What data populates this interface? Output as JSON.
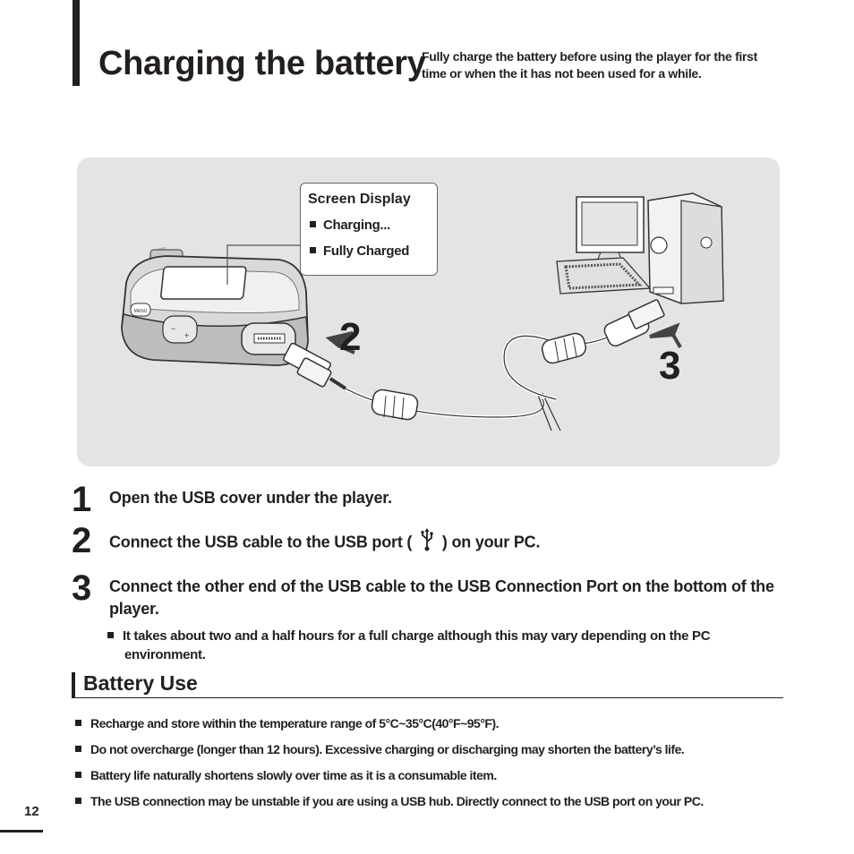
{
  "header": {
    "title": "Charging the battery",
    "intro": "Fully charge the battery before using the player for the first time or when the it has not been used for a while."
  },
  "illustration": {
    "screen_display": {
      "title": "Screen Display",
      "items": [
        "Charging...",
        "Fully Charged"
      ]
    },
    "callouts": [
      "2",
      "3"
    ],
    "device_labels": {
      "menu_button": "MENU",
      "minus": "−",
      "plus": "+"
    }
  },
  "steps": [
    {
      "number": "1",
      "text": "Open the USB cover under the player."
    },
    {
      "number": "2",
      "text_before": "Connect the USB cable to the USB port (",
      "icon": "usb-icon",
      "text_after": ") on your PC."
    },
    {
      "number": "3",
      "text": "Connect the other end of the USB cable to the USB Connection Port on the bottom of the player."
    }
  ],
  "step_note": "It takes about two and a half hours for a full charge although this may vary depending on the PC environment.",
  "battery_use": {
    "title": "Battery Use",
    "bullets": [
      "Recharge and store within the temperature range of 5°C~35°C(40°F~95°F).",
      "Do not overcharge (longer than 12 hours). Excessive charging or discharging may shorten the battery’s life.",
      "Battery life naturally shortens slowly over time as it is a consumable item.",
      "The USB connection may be unstable if you are using a USB hub. Directly connect to the USB port on your PC."
    ]
  },
  "footer": {
    "page_number": "12"
  },
  "colors": {
    "text": "#231f20",
    "panel": "#e4e4e5"
  }
}
